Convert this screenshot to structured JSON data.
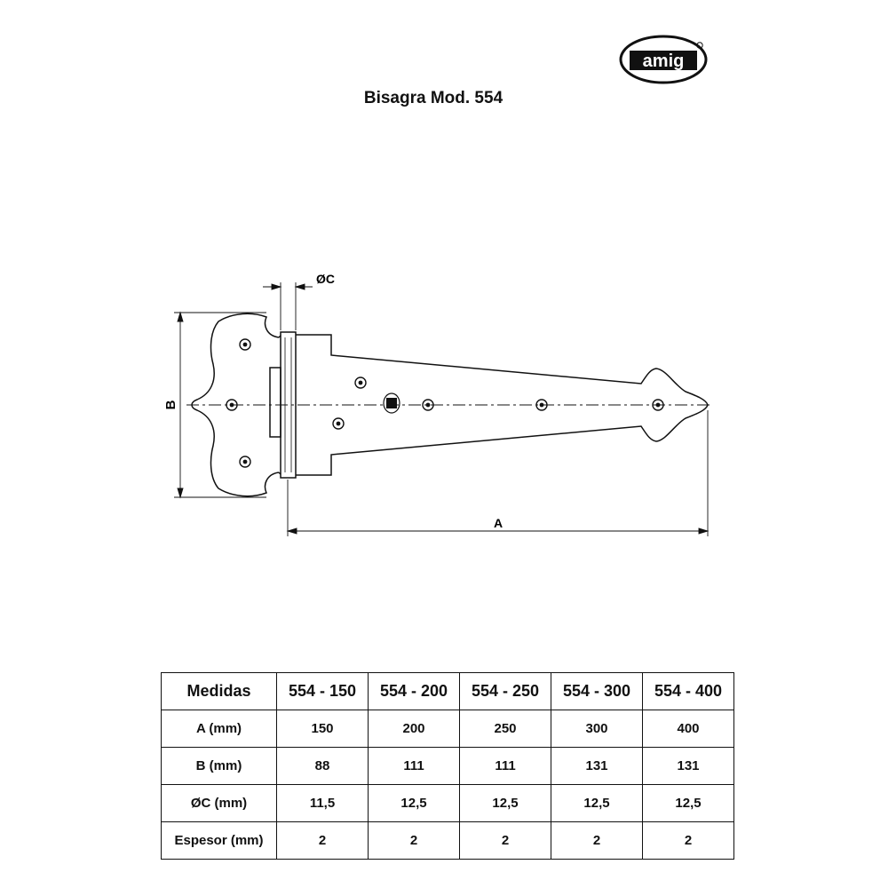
{
  "logo": {
    "text": "amig"
  },
  "title": "Bisagra Mod. 554",
  "drawing": {
    "dim_c": "ØC",
    "dim_b": "B",
    "dim_a": "A"
  },
  "table": {
    "headers": [
      "Medidas",
      "554 - 150",
      "554 - 200",
      "554 - 250",
      "554 - 300",
      "554 - 400"
    ],
    "rows": [
      {
        "label": "A (mm)",
        "values": [
          "150",
          "200",
          "250",
          "300",
          "400"
        ]
      },
      {
        "label": "B (mm)",
        "values": [
          "88",
          "111",
          "111",
          "131",
          "131"
        ]
      },
      {
        "label": "ØC (mm)",
        "values": [
          "11,5",
          "12,5",
          "12,5",
          "12,5",
          "12,5"
        ]
      },
      {
        "label": "Espesor (mm)",
        "values": [
          "2",
          "2",
          "2",
          "2",
          "2"
        ]
      }
    ]
  }
}
